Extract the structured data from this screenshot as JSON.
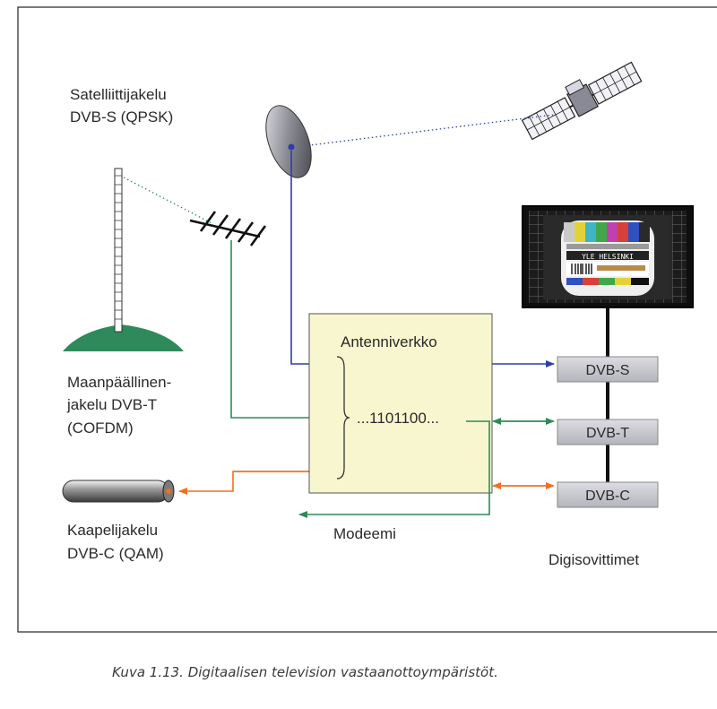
{
  "labels": {
    "satellite_line1": "Satelliittijakelu",
    "satellite_line2": "DVB-S (QPSK)",
    "terrestrial_line1": "Maanpäällinen-",
    "terrestrial_line2": "jakelu DVB-T",
    "terrestrial_line3": "(COFDM)",
    "cable_line1": "Kaapelijakelu",
    "cable_line2": "DVB-C (QAM)",
    "antenna_network": "Antenniverkko",
    "bitstream": "...1101100...",
    "modem": "Modeemi",
    "receivers": "Digisovittimet"
  },
  "receivers": [
    "DVB-S",
    "DVB-T",
    "DVB-C"
  ],
  "tv_screen_text": "YLE HELSINKI",
  "caption": "Kuva 1.13. Digitaalisen television vastaanottoympäristöt.",
  "colors": {
    "satellite_signal": "#2f3ea8",
    "terrestrial_signal": "#2e8a5a",
    "cable_signal": "#f07020",
    "antenna_box_fill": "#f8f6cf",
    "receiver_box_fill": "#c9c9cf"
  }
}
